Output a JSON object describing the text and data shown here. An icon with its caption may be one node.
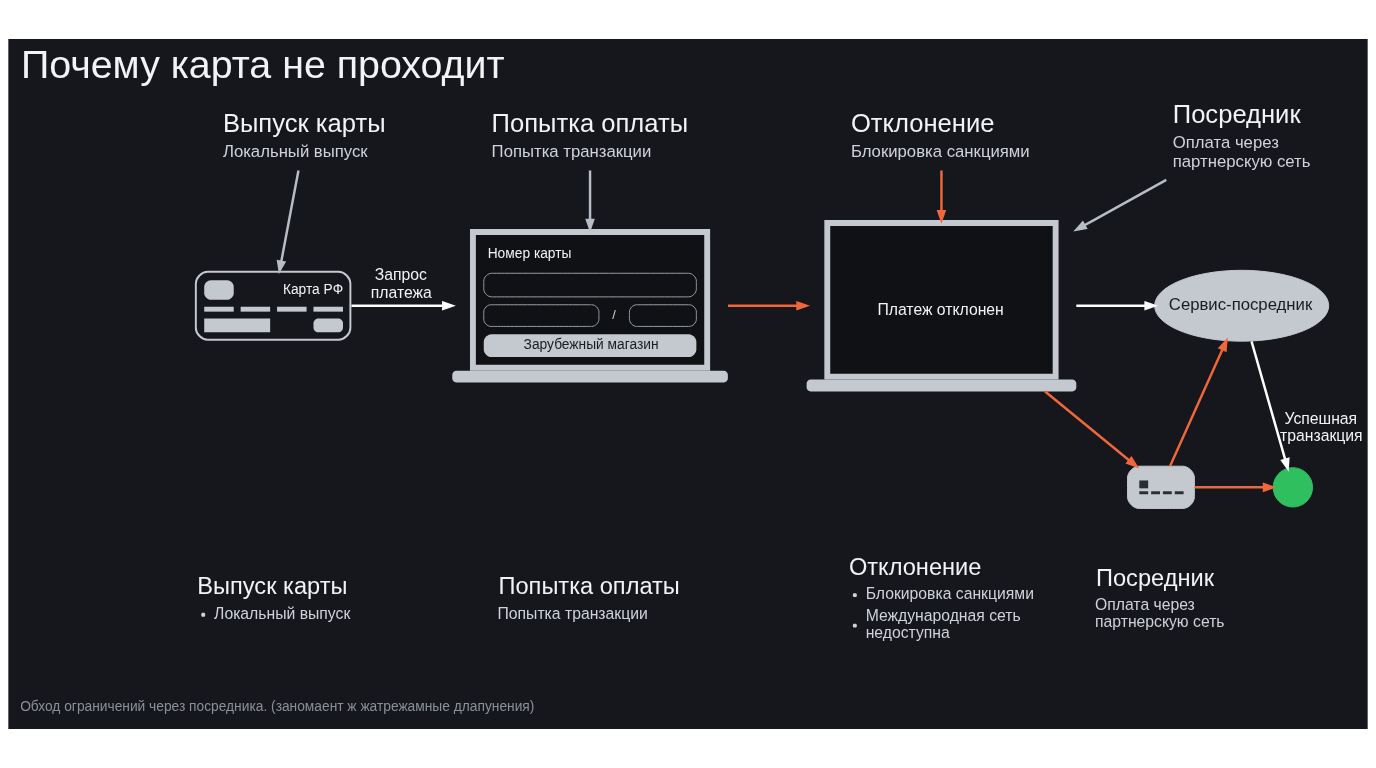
{
  "diagram": {
    "title": "Почему карта не проходит",
    "caption": "Обход ограничений через посредника. (заномаент ж жатрежамные длапунения)",
    "nodes": [
      {
        "text": [
          "Выпуск карты",
          "Локальный выпуск"
        ]
      },
      {
        "text": [
          "Карта РФ"
        ]
      },
      {
        "text": [
          "Попытка оплаты",
          "Попытка транзакции"
        ]
      },
      {
        "text": [
          "Номер карты",
          "/",
          "Зарубежный магазин"
        ]
      },
      {
        "text": [
          "Отклонение",
          "Блокировка санкциями"
        ]
      },
      {
        "text": [
          "Платеж отклонен"
        ]
      },
      {
        "text": [
          "Посредник",
          "Оплата через партнерскую сеть"
        ]
      },
      {
        "text": [
          "Сервис-посредник"
        ]
      },
      {
        "text": [],
        "shape": "box"
      },
      {
        "text": [],
        "shape": "circle"
      }
    ],
    "edges": [
      {
        "from": 0,
        "to": 1,
        "arrow": "to",
        "color": "#b8bdc5"
      },
      {
        "from": 1,
        "to": 3,
        "arrow": "to",
        "label": "Запрос платежа",
        "color": "#ffffff"
      },
      {
        "from": 2,
        "to": 3,
        "arrow": "to",
        "color": "#b8bdc5"
      },
      {
        "from": 3,
        "to": 5,
        "arrow": "to"
      },
      {
        "from": 4,
        "to": 5,
        "arrow": "to"
      },
      {
        "from": 6,
        "to": 5,
        "arrow": "to",
        "color": "#b8bdc5"
      },
      {
        "from": 5,
        "to": 7,
        "arrow": "to",
        "color": "#ffffff"
      },
      {
        "from": 5,
        "to": 8,
        "arrow": "to"
      },
      {
        "from": 8,
        "to": 7,
        "arrow": "to"
      },
      {
        "from": 7,
        "to": 9,
        "arrow": "to",
        "label": "Успешная транзакция",
        "color": "#ffffff"
      },
      {
        "from": 8,
        "to": 9,
        "arrow": "to"
      }
    ],
    "labels": [
      "Выпуск карты",
      "Локальный выпуск",
      "Попытка оплаты",
      "Попытка транзакции",
      "Отклонение",
      "Блокировка санкциями",
      "Международная сеть недоступна",
      "Посредник",
      "Оплата через партнерскую сеть"
    ]
  }
}
